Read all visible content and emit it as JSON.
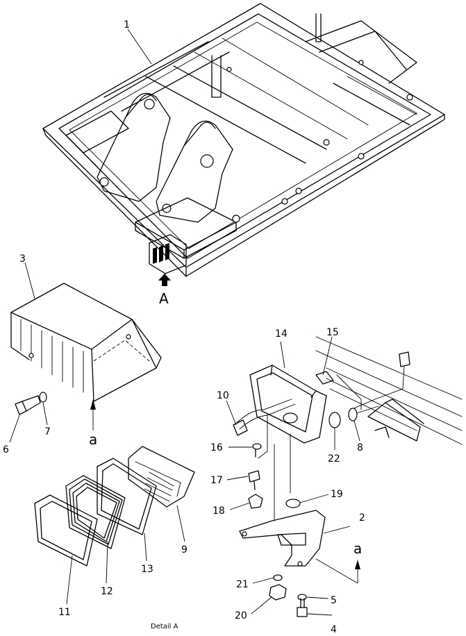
{
  "callouts": {
    "c1": "1",
    "c2": "2",
    "c3": "3",
    "c4": "4",
    "c5": "5",
    "c6": "6",
    "c7": "7",
    "c8": "8",
    "c9": "9",
    "c10": "10",
    "c11": "11",
    "c12": "12",
    "c13": "13",
    "c14": "14",
    "c15": "15",
    "c16": "16",
    "c17": "17",
    "c18": "18",
    "c19": "19",
    "c20": "20",
    "c21": "21",
    "c22": "22"
  },
  "view_arrow_label": "A",
  "section_mark_left": "a",
  "section_mark_right": "a",
  "detail_caption": "Detail A"
}
